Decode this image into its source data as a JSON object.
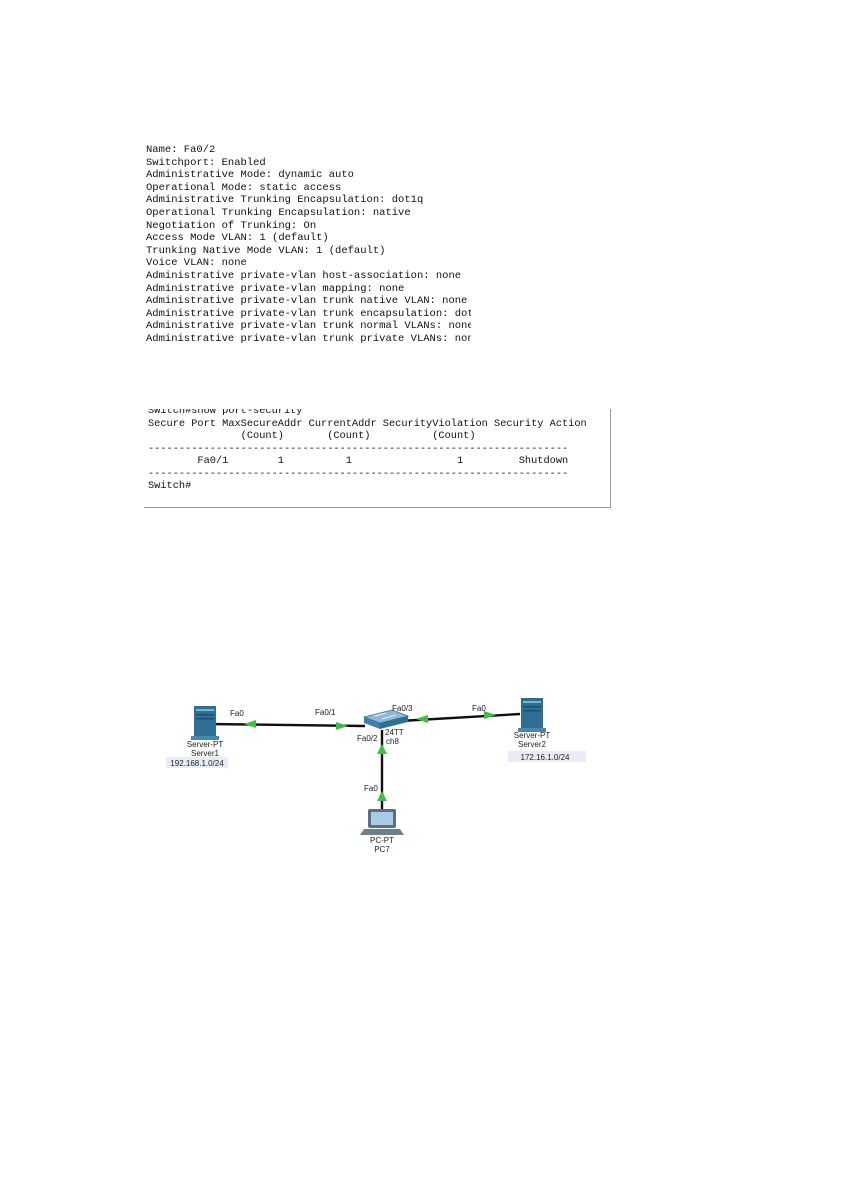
{
  "interface_output": {
    "lines": [
      "Name: Fa0/2",
      "Switchport: Enabled",
      "Administrative Mode: dynamic auto",
      "Operational Mode: static access",
      "Administrative Trunking Encapsulation: dot1q",
      "Operational Trunking Encapsulation: native",
      "Negotiation of Trunking: On",
      "Access Mode VLAN: 1 (default)",
      "Trunking Native Mode VLAN: 1 (default)",
      "Voice VLAN: none",
      "Administrative private-vlan host-association: none",
      "Administrative private-vlan mapping: none",
      "Administrative private-vlan trunk native VLAN: none",
      "Administrative private-vlan trunk encapsulation: dot",
      "Administrative private-vlan trunk normal VLANs: none",
      "Administrative private-vlan trunk private VLANs: non"
    ]
  },
  "port_security_output": {
    "lines": [
      "Switch#show port-security",
      "Secure Port MaxSecureAddr CurrentAddr SecurityViolation Security Action",
      "               (Count)       (Count)          (Count)",
      "--------------------------------------------------------------------",
      "        Fa0/1        1          1                 1         Shutdown",
      "--------------------------------------------------------------------",
      "Switch#"
    ]
  },
  "topology": {
    "server1": {
      "type": "Server-PT",
      "name": "Server1",
      "network": "192.168.1.0/24",
      "port": "Fa0"
    },
    "server2": {
      "type": "Server-PT",
      "name": "Server2",
      "network": "172.16.1.0/24",
      "port": "Fa0"
    },
    "pc": {
      "type": "PC-PT",
      "name": "PC7",
      "port": "Fa0"
    },
    "switch": {
      "model_fragment": "24TT",
      "name_fragment": "ch8",
      "port_server1": "Fa0/1",
      "port_pc": "Fa0/2",
      "port_server2": "Fa0/3"
    },
    "colors": {
      "link": "#111111",
      "link_up_indicator": "#3fbf3f",
      "device_body": "#2f6f93",
      "network_label_bg": "#e8ecf6"
    }
  }
}
